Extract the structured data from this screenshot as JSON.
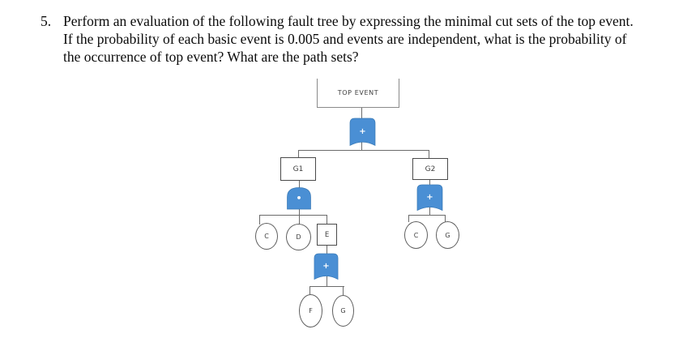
{
  "question": {
    "number": "5.",
    "lines": [
      "Perform an evaluation of the following fault tree by expressing the minimal cut sets of the top event.",
      "If the probability of each basic event is 0.005 and events are independent, what is the probability of",
      "the occurrence of top event? What are the path sets?"
    ]
  },
  "tree": {
    "top_event": {
      "label": "TOP EVENT",
      "gate_type": "OR",
      "gate_symbol": "+",
      "inputs": [
        "G1",
        "G2"
      ]
    },
    "g1": {
      "label": "G1",
      "gate_type": "AND",
      "gate_symbol": "•",
      "inputs": [
        "C",
        "D",
        "E"
      ]
    },
    "g2": {
      "label": "G2",
      "gate_type": "OR",
      "gate_symbol": "+",
      "inputs": [
        "C",
        "G"
      ]
    },
    "e": {
      "label": "E",
      "gate_type": "OR",
      "gate_symbol": "+",
      "inputs": [
        "F",
        "G"
      ]
    },
    "basic_events": {
      "c_left": "C",
      "d": "D",
      "c_right": "C",
      "g_right": "G",
      "f": "F",
      "g_bottom": "G"
    }
  },
  "colors": {
    "gate_fill": "#4a8fd4",
    "gate_stroke": "#3878b4",
    "connector_line": "#6b6b6b",
    "box_border": "#4a4a4a",
    "top_event_border": "#8a8a8a",
    "label_text": "#3f3f3f"
  }
}
